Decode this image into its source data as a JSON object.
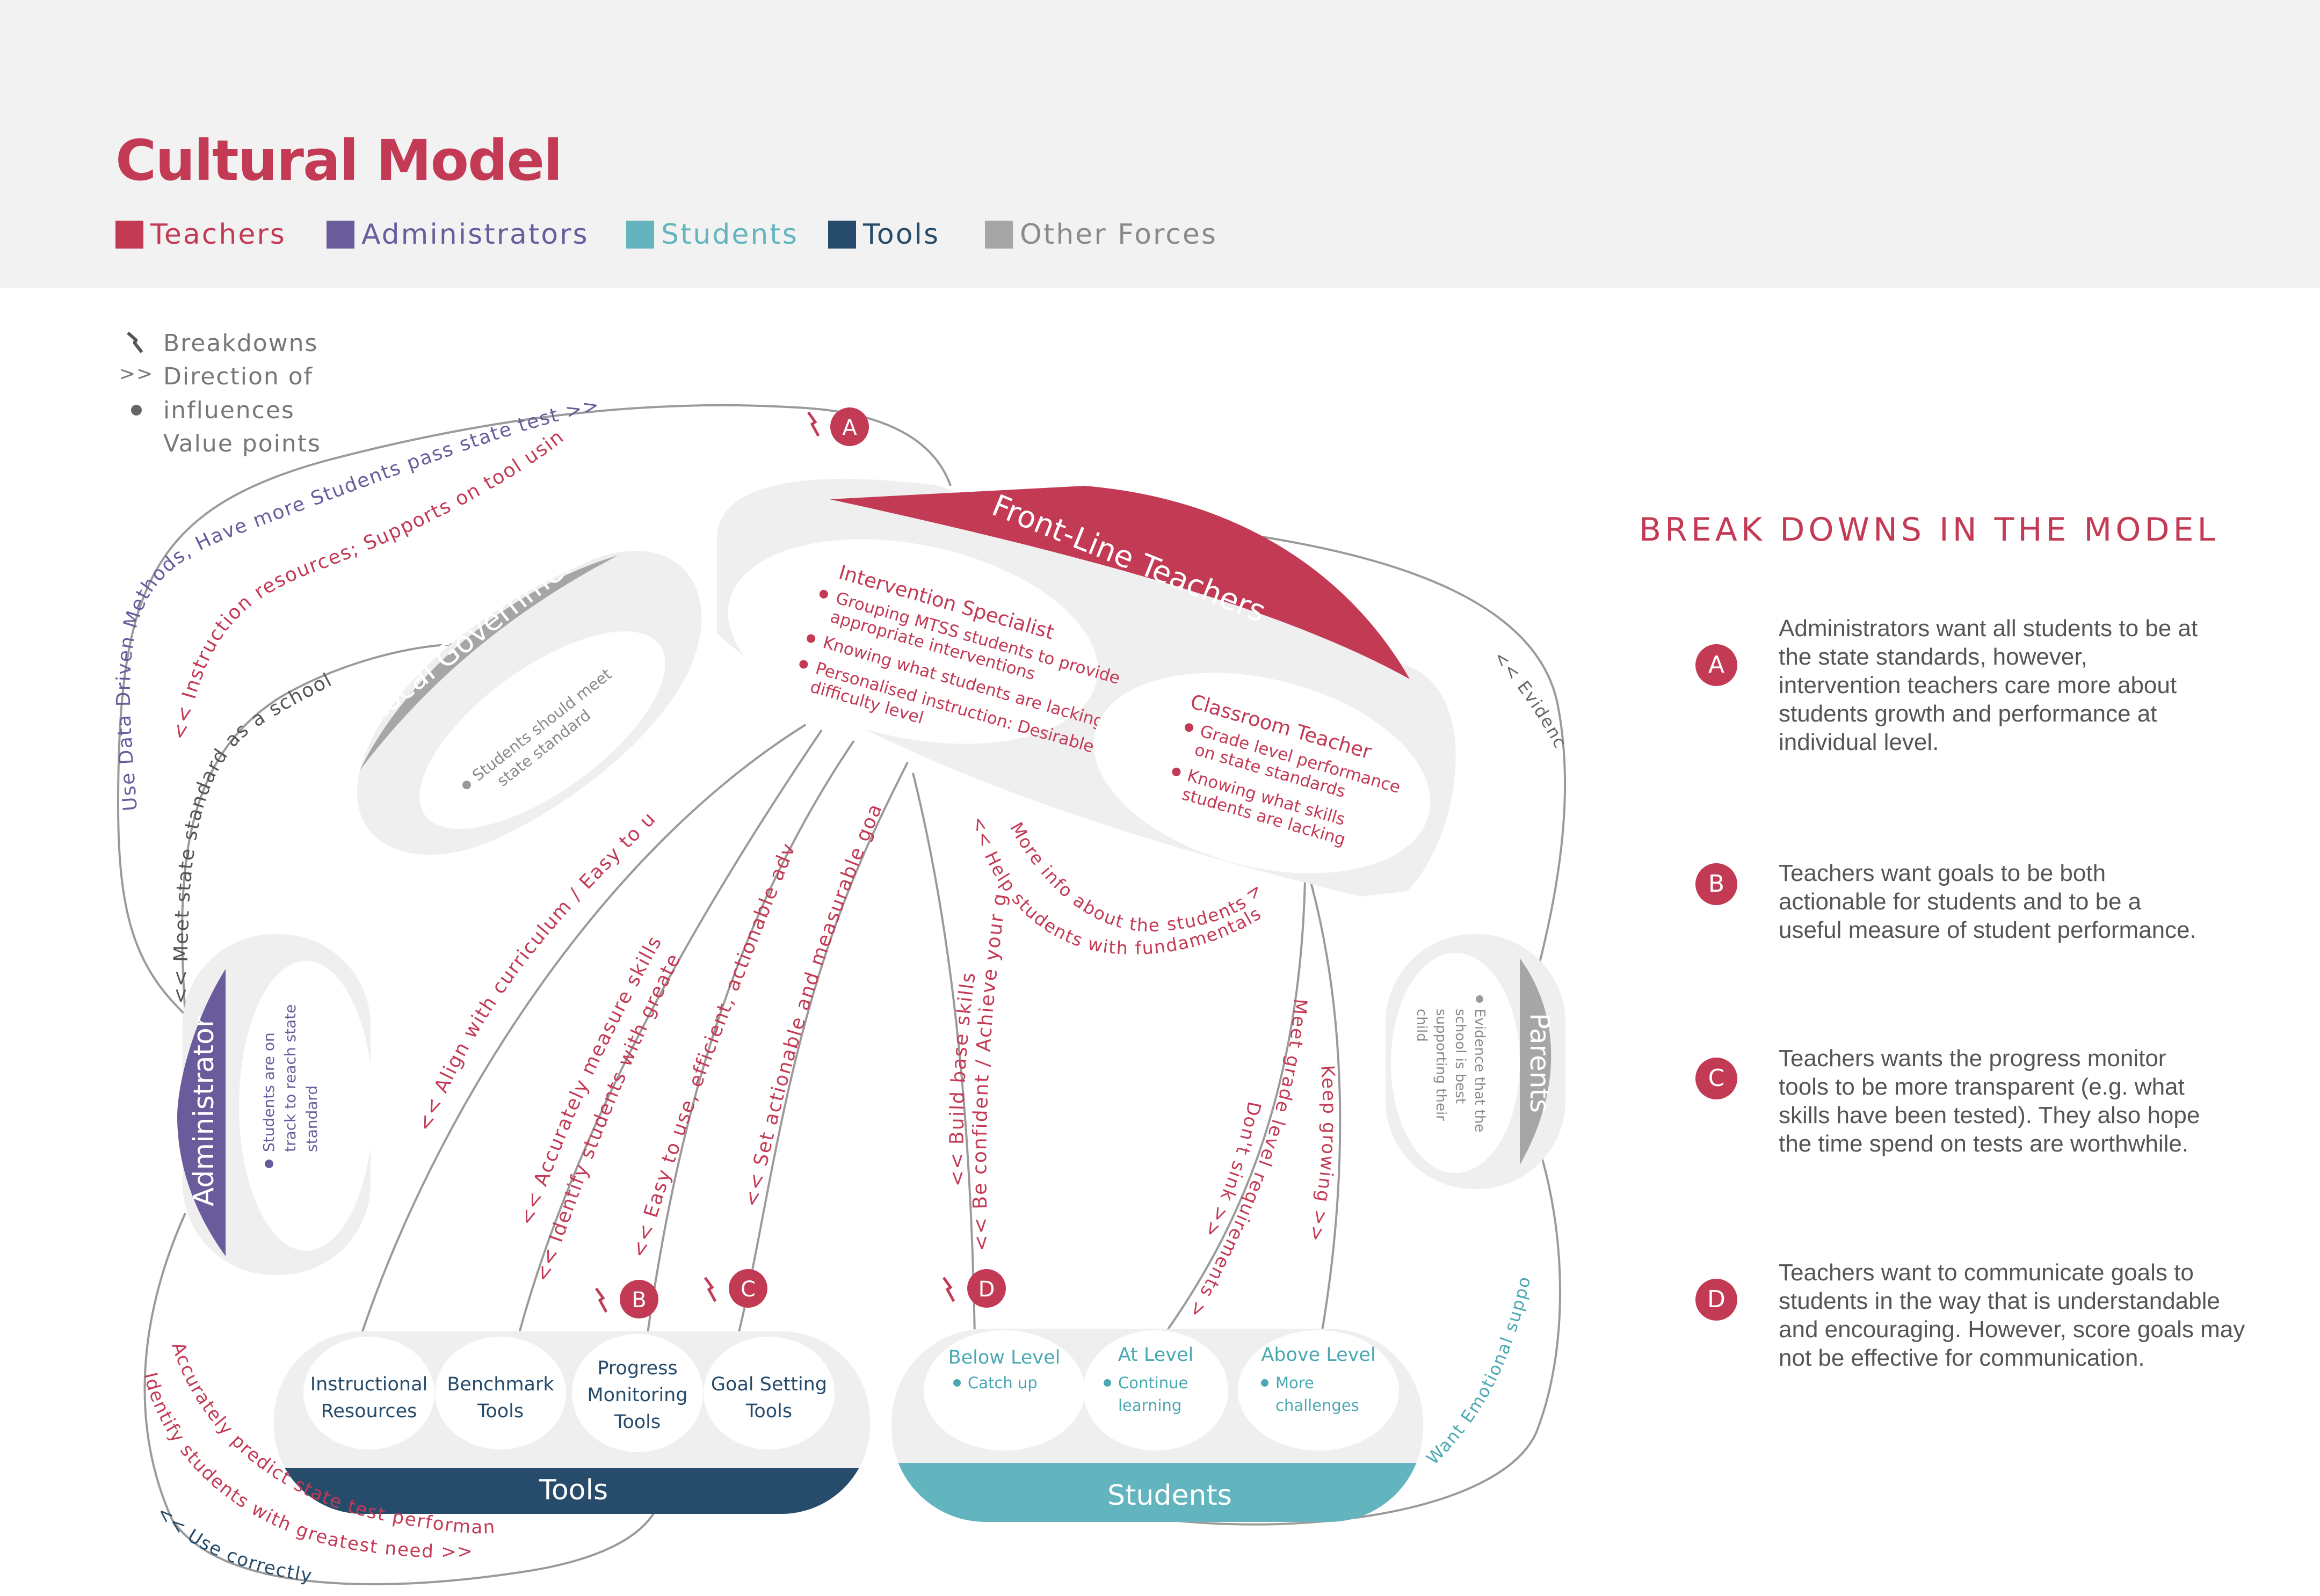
{
  "title": "Cultural Model",
  "legend": [
    {
      "label": "Teachers",
      "color": "#c33a55"
    },
    {
      "label": "Administrators",
      "color": "#6a5c9c"
    },
    {
      "label": "Students",
      "color": "#62b5bf"
    },
    {
      "label": "Tools",
      "color": "#264b6b"
    },
    {
      "label": "Other Forces",
      "color": "#a6a6a6"
    }
  ],
  "key": {
    "breakdowns": "Breakdowns",
    "direction_prefix": ">>",
    "direction_line1": "Direction of",
    "direction_line2": "influences",
    "value_points": "Value points"
  },
  "groups": {
    "front_line": "Front-Line Teachers",
    "local_government": "Local Government",
    "administrator": "Administrator",
    "parents": "Parents",
    "tools": "Tools",
    "students": "Students"
  },
  "intervention": {
    "title": "Intervention Specialist",
    "items": [
      "Grouping MTSS students to provide",
      "appropriate interventions",
      "Knowing what students are lacking",
      "Personalised instruction: Desirable",
      "difficulty level"
    ]
  },
  "classroom": {
    "title": "Classroom Teacher",
    "items": [
      "Grade level performance",
      "on state standards",
      "Knowing what skills",
      "students are lacking"
    ]
  },
  "local_gov_value": [
    "Students should meet",
    "state standard"
  ],
  "admin_value": [
    "Students are on",
    "track to reach state",
    "standard"
  ],
  "parents_value": [
    "Evidence that the",
    "school is best",
    "supporting their",
    "child"
  ],
  "tool_items": [
    [
      "Instructional",
      "Resources"
    ],
    [
      "Benchmark",
      "Tools"
    ],
    [
      "Progress",
      "Monitoring",
      "Tools"
    ],
    [
      "Goal Setting",
      "Tools"
    ]
  ],
  "student_items": [
    {
      "title": "Below Level",
      "value": [
        "Catch up"
      ]
    },
    {
      "title": "At Level",
      "value": [
        "Continue",
        "learning"
      ]
    },
    {
      "title": "Above Level",
      "value": [
        "More",
        "challenges"
      ]
    }
  ],
  "flows": {
    "admin_to_teachers": "Use Data Driven Methods, Have more Students pass state test >>",
    "teachers_to_admin": "<< Instruction resources; Supports on tool using",
    "meet_state": "<< Meet state standard as a school",
    "align": "<< Align with curriculum / Easy to use",
    "measure": "<< Accurately measure skills",
    "identify": "<< Identify students with greatest need",
    "easy": "<< Easy to use, efficient, actionable advice",
    "set_goals": "<< Set actionable and measurable goals",
    "build": "<< Build base skills",
    "confident": "<< Be confident / Achieve your goals",
    "more_info": "More info about the students >>",
    "help": "<< Help students with fundamentals",
    "meet_grade": "Meet grade level requirements >>",
    "dont_sink": "Don't sink >>",
    "keep_growing": "Keep growing >>",
    "evidence": "<< Evidence of instruction",
    "emotional": "Want Emotional support >>",
    "predict": "Accurately predict state test performance >>",
    "identify_admin": "Identify students with greatest need >>",
    "use_correctly": "<< Use correctly"
  },
  "breakdown_markers": [
    "A",
    "B",
    "C",
    "D"
  ],
  "breakdowns_title": "BREAK DOWNS IN THE MODEL",
  "breakdowns": [
    {
      "id": "A",
      "lines": [
        "Administrators want all students to be at",
        "the state standards, however,",
        "intervention teachers care more about",
        "students growth and performance at",
        "individual level."
      ]
    },
    {
      "id": "B",
      "lines": [
        "Teachers want goals to be both",
        "actionable for students and to be a",
        "useful measure of student performance."
      ]
    },
    {
      "id": "C",
      "lines": [
        "Teachers wants the progress monitor",
        "tools to be more transparent (e.g. what",
        "skills have been tested). They also hope",
        "the time spend on tests are worthwhile."
      ]
    },
    {
      "id": "D",
      "lines": [
        "Teachers want to communicate goals to",
        "students in the way that is understandable",
        "and encouraging. However, score goals may",
        "not be effective for communication."
      ]
    }
  ]
}
